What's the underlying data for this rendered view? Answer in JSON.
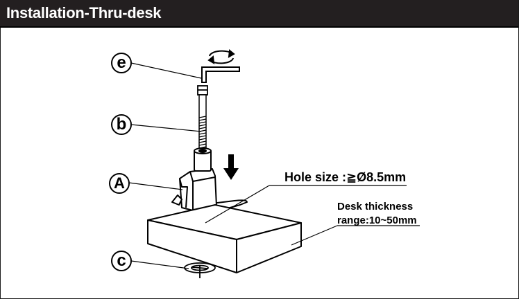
{
  "header": {
    "title": "Installation-Thru-desk"
  },
  "callouts": {
    "e": "e",
    "b": "b",
    "a": "A",
    "c": "c"
  },
  "annotations": {
    "hole_size": "Hole size :≧Ø8.5mm",
    "desk_thickness_line1": "Desk thickness",
    "desk_thickness_line2": "range:10~50mm"
  }
}
